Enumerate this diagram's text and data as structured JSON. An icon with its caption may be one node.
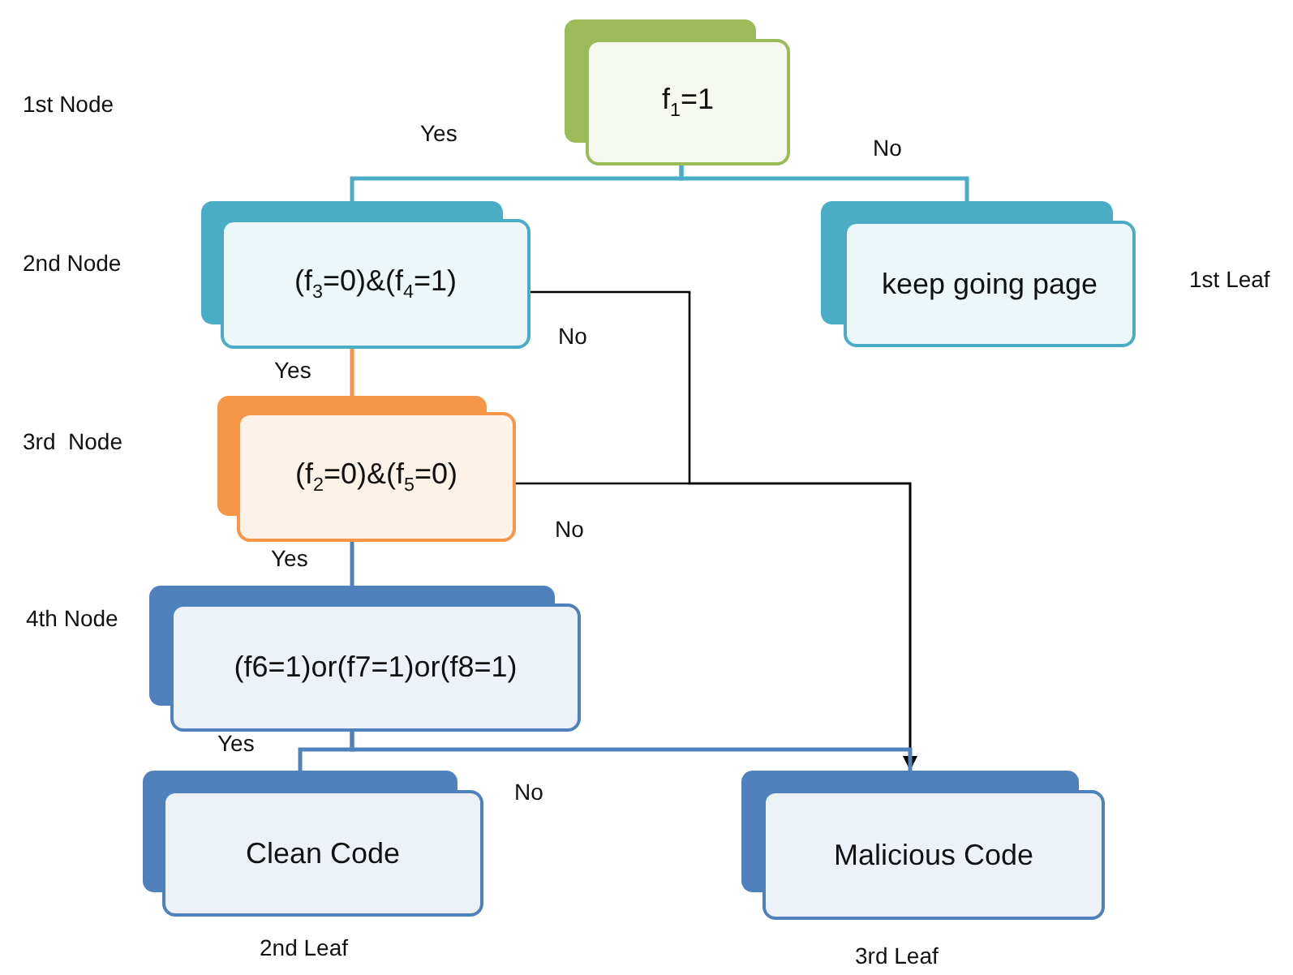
{
  "diagram": {
    "nodes": [
      {
        "text": [
          "f$_{1}$=1"
        ]
      },
      {
        "text": [
          "(f$_{3}$=0)&(f$_{4}$=1)"
        ]
      },
      {
        "text": [
          "keep going page"
        ]
      },
      {
        "text": [
          "(f$_{2}$=0)&(f$_{5}$=0)"
        ]
      },
      {
        "text": [
          "(f6=1)or(f7=1)or(f8=1)"
        ]
      },
      {
        "text": [
          "Clean Code"
        ]
      },
      {
        "text": [
          "Malicious Code"
        ]
      }
    ],
    "edges": [
      {
        "from": 0,
        "to": 1,
        "arrow": "none",
        "label": "Yes",
        "color": "#4bacc6"
      },
      {
        "from": 0,
        "to": 2,
        "arrow": "none",
        "label": "No",
        "color": "#4bacc6"
      },
      {
        "from": 1,
        "to": 3,
        "arrow": "none",
        "label": "Yes",
        "color": "#f79646"
      },
      {
        "from": 1,
        "to": 6,
        "arrow": "to",
        "label": "No",
        "color": "#000000"
      },
      {
        "from": 3,
        "to": 6,
        "arrow": "to",
        "label": "No",
        "color": "#000000"
      },
      {
        "from": 3,
        "to": 4,
        "arrow": "none",
        "label": "Yes"
      },
      {
        "from": 4,
        "to": 5,
        "arrow": "none",
        "label": "Yes"
      },
      {
        "from": 4,
        "to": 6,
        "arrow": "none",
        "label": "No"
      }
    ],
    "labels": [
      "1st Node",
      "2nd Node",
      "1st Leaf",
      "3rd  Node",
      "4th Node",
      "2nd Leaf",
      "3rd Leaf"
    ]
  }
}
